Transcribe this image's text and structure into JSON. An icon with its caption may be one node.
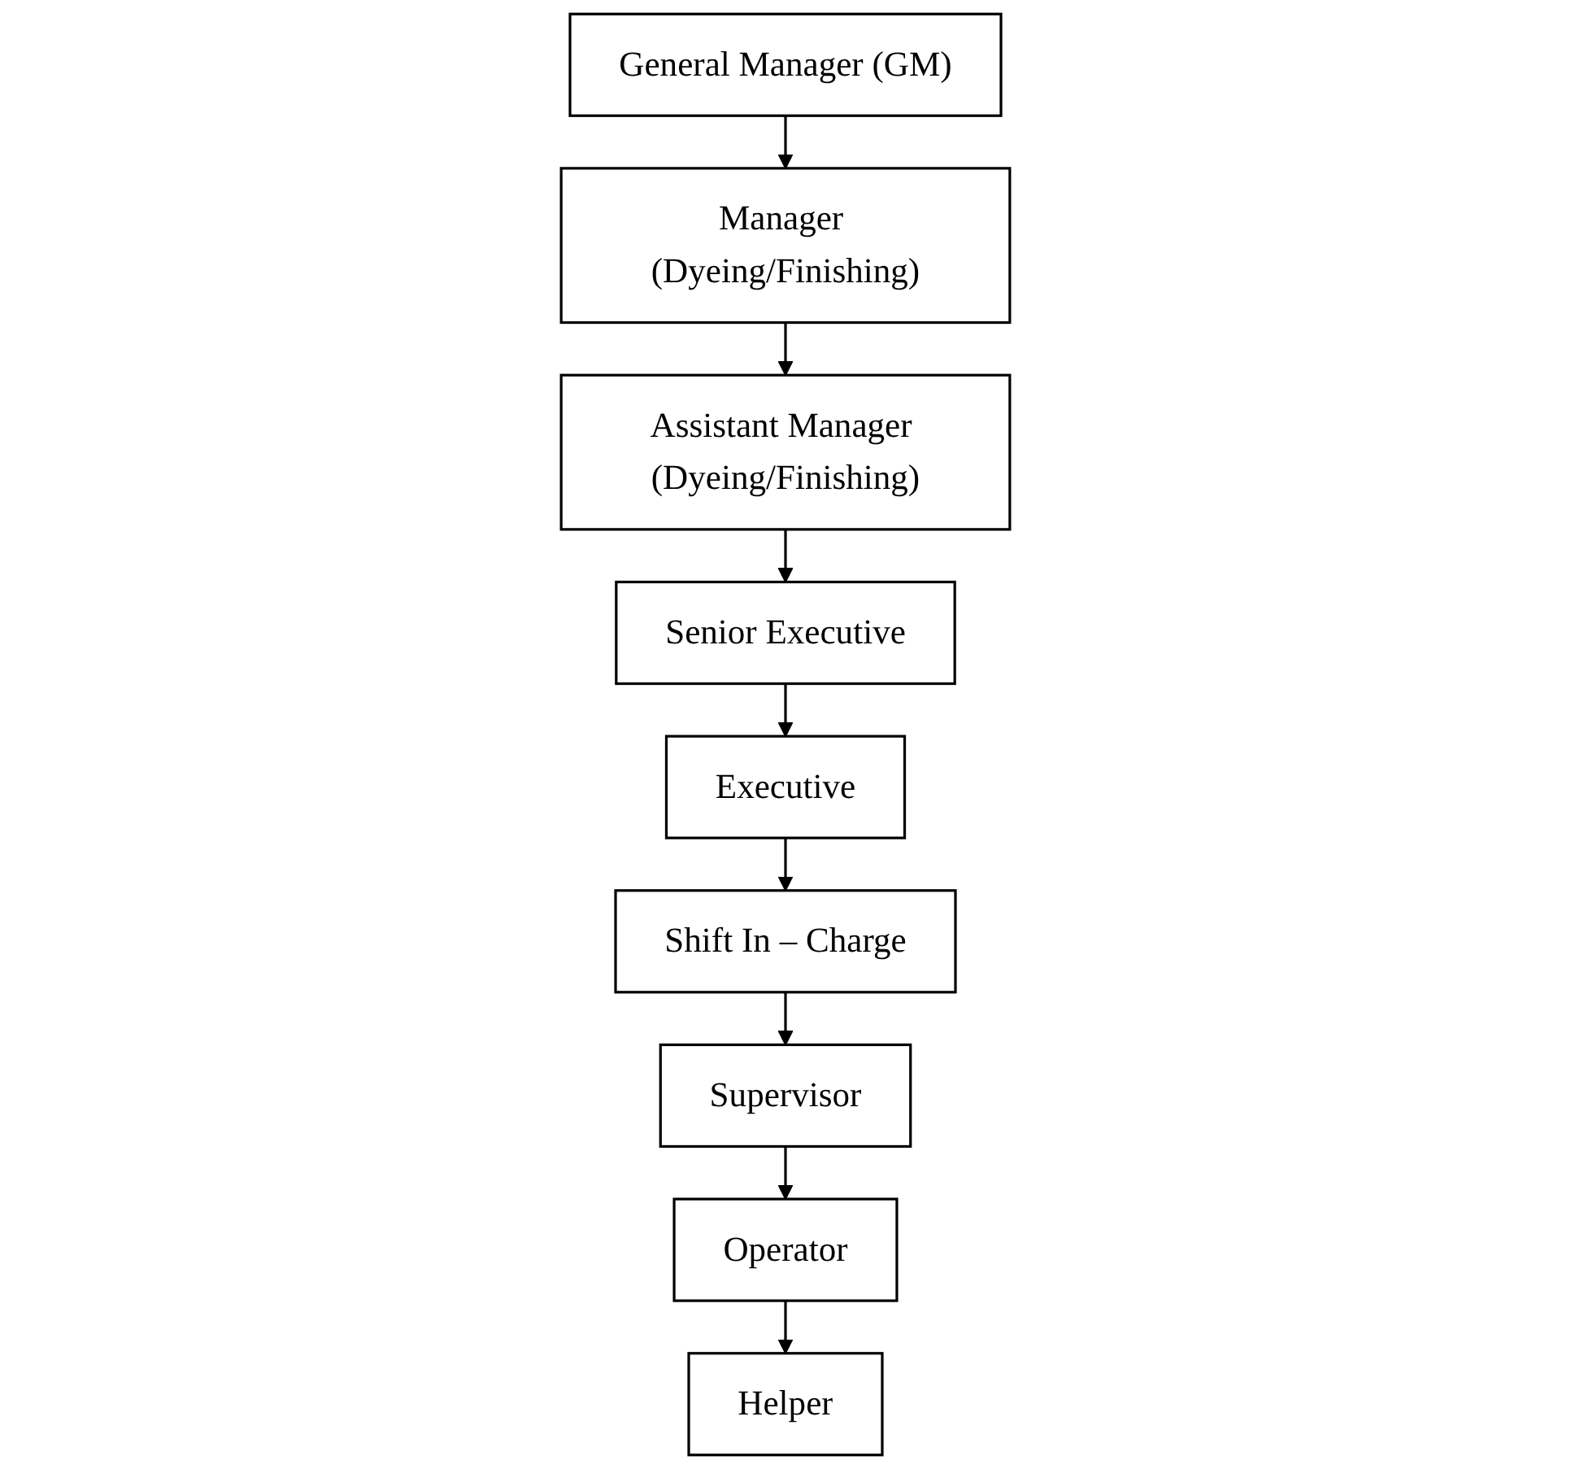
{
  "diagram": {
    "nodes": [
      {
        "text": [
          "General Manager (GM)"
        ]
      },
      {
        "text": [
          "Manager (Dyeing/Finishing)"
        ]
      },
      {
        "text": [
          "Assistant Manager (Dyeing/Finishing)"
        ]
      },
      {
        "text": [
          "Senior Executive"
        ]
      },
      {
        "text": [
          "Executive"
        ]
      },
      {
        "text": [
          "Shift In – Charge"
        ]
      },
      {
        "text": [
          "Supervisor"
        ]
      },
      {
        "text": [
          "Operator"
        ]
      },
      {
        "text": [
          "Helper"
        ]
      }
    ],
    "edges": [
      {
        "from": 0,
        "to": 1,
        "arrow": "to"
      },
      {
        "from": 1,
        "to": 2,
        "arrow": "to"
      },
      {
        "from": 2,
        "to": 3,
        "arrow": "to"
      },
      {
        "from": 3,
        "to": 4,
        "arrow": "to"
      },
      {
        "from": 4,
        "to": 5,
        "arrow": "to"
      },
      {
        "from": 5,
        "to": 6,
        "arrow": "to"
      },
      {
        "from": 6,
        "to": 7,
        "arrow": "to"
      },
      {
        "from": 7,
        "to": 8,
        "arrow": "to"
      }
    ]
  }
}
